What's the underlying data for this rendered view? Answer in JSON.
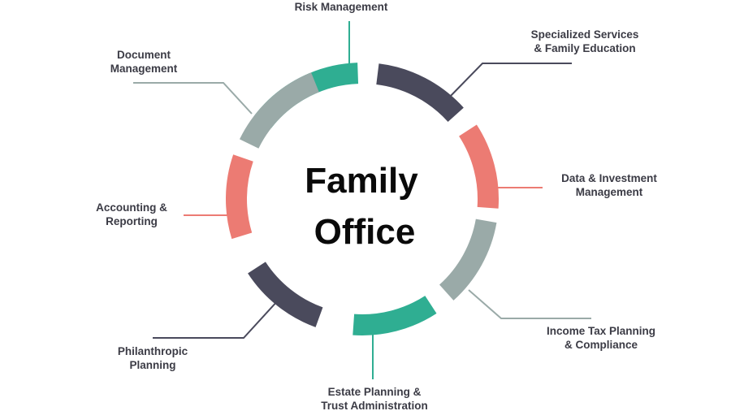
{
  "diagram": {
    "center_title": [
      "Family",
      "Office"
    ],
    "colors": {
      "teal": "#2fae92",
      "dark": "#4a4a5c",
      "coral": "#ec7b73",
      "gray": "#9aaaa8"
    },
    "services": [
      {
        "label": [
          "Risk Management"
        ],
        "color": "teal"
      },
      {
        "label": [
          "Specialized Services",
          "& Family Education"
        ],
        "color": "dark"
      },
      {
        "label": [
          "Data & Investment",
          "Management"
        ],
        "color": "coral"
      },
      {
        "label": [
          "Income Tax Planning",
          "& Compliance"
        ],
        "color": "gray"
      },
      {
        "label": [
          "Estate Planning &",
          "Trust Administration"
        ],
        "color": "teal"
      },
      {
        "label": [
          "Philanthropic",
          "Planning"
        ],
        "color": "dark"
      },
      {
        "label": [
          "Accounting &",
          "Reporting"
        ],
        "color": "coral"
      },
      {
        "label": [
          "Document",
          "Management"
        ],
        "color": "gray"
      }
    ]
  }
}
